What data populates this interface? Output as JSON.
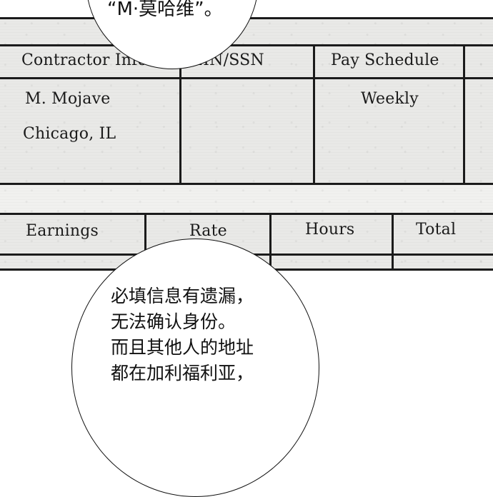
{
  "form": {
    "top_headers": [
      "Contractor Info",
      "EIN/SSN",
      "Pay Schedule"
    ],
    "contractor_name": "M. Mojave",
    "contractor_location": "Chicago, IL",
    "pay_schedule_value": "Weekly",
    "bottom_headers": [
      "Earnings",
      "Rate",
      "Hours",
      "Total"
    ]
  },
  "bubble_top": {
    "text": "“M·莫哈维”。"
  },
  "bubble_bottom": {
    "lines": [
      "必填信息有遗漏，",
      "无法确认身份。",
      "而且其他人的地址",
      "都在加利福利亚，"
    ]
  }
}
